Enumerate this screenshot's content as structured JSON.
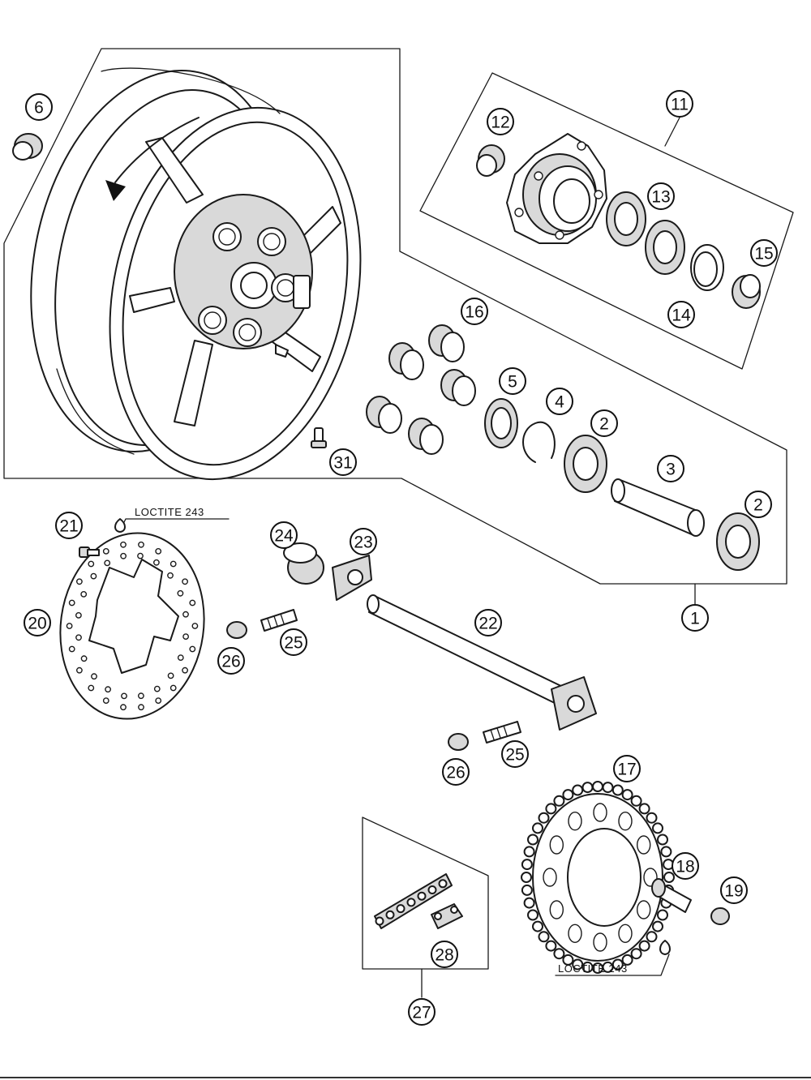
{
  "callouts": {
    "c1": "1",
    "c2a": "2",
    "c2b": "2",
    "c3": "3",
    "c4": "4",
    "c5": "5",
    "c6": "6",
    "c11": "11",
    "c12": "12",
    "c13": "13",
    "c14": "14",
    "c15": "15",
    "c16": "16",
    "c17": "17",
    "c18": "18",
    "c19": "19",
    "c20": "20",
    "c21": "21",
    "c22": "22",
    "c23": "23",
    "c24": "24",
    "c25a": "25",
    "c25b": "25",
    "c26a": "26",
    "c26b": "26",
    "c27": "27",
    "c28": "28",
    "c31": "31"
  },
  "notes": {
    "loctite_top": "LOCTITE 243",
    "loctite_bottom": "LOCTITE 243"
  }
}
